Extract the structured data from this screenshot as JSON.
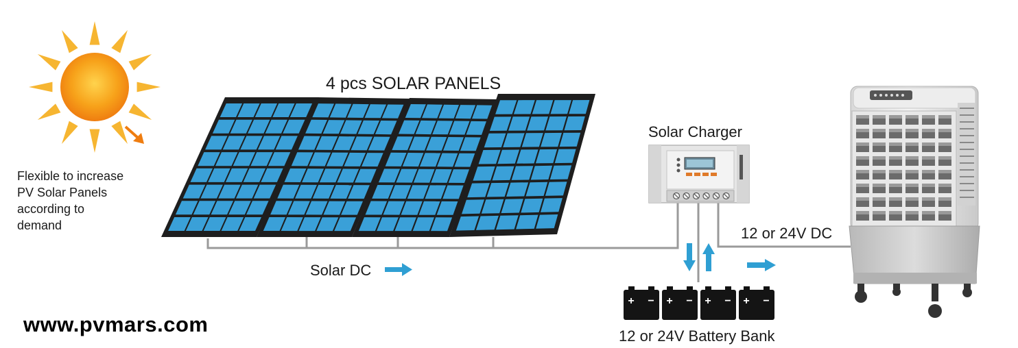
{
  "panels_label": "4 pcs SOLAR PANELS",
  "charger_label": "Solar Charger",
  "note_lines": [
    "Flexible to increase",
    "PV Solar Panels",
    "according to",
    "demand"
  ],
  "solar_dc_label": "Solar DC",
  "output_label": "12 or 24V DC",
  "battery_label": "12 or 24V Battery Bank",
  "website": "www.pvmars.com",
  "battery_terminal_plus": "+",
  "battery_terminal_minus": "−",
  "colors": {
    "panel_cell": "#3aa0d8",
    "panel_frame": "#1e1e1e",
    "arrow": "#2f9fd3",
    "wire": "#9a9a9a",
    "sun_core": "#f7a21a",
    "sun_ray": "#f6b531"
  }
}
